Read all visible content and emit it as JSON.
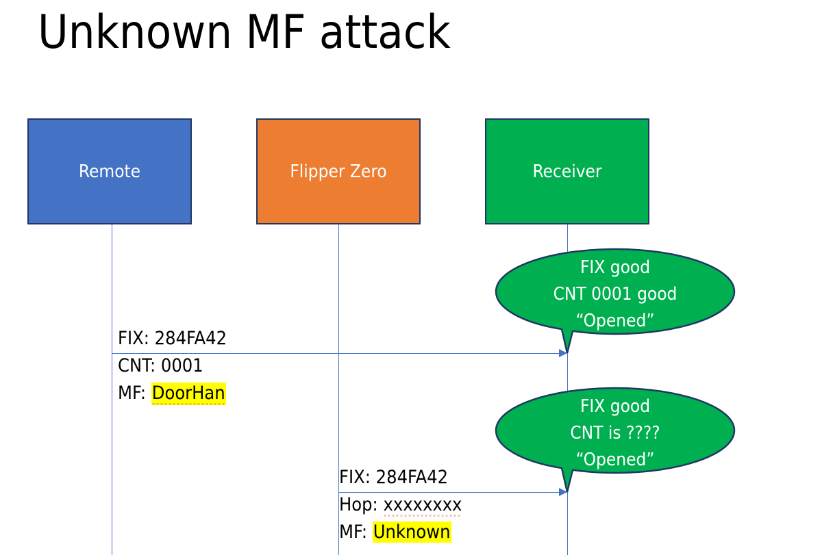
{
  "slide": {
    "title": "Unknown MF attack",
    "background_color": "#FFFFFF"
  },
  "colors": {
    "remote_blue": "#4472C4",
    "flipper_orange": "#ED7D31",
    "receiver_green": "#00B050",
    "box_border_navy": "#1F3864",
    "lifeline_blue": "#4472C4",
    "highlight_yellow": "#FFFF00",
    "spellcheck_red": "#E8422E",
    "text_black": "#000000",
    "label_white": "#FFFFFF"
  },
  "actors": [
    {
      "id": "remote",
      "label": "Remote",
      "fill": "#4472C4"
    },
    {
      "id": "flipper",
      "label": "Flipper Zero",
      "fill": "#ED7D31"
    },
    {
      "id": "receiver",
      "label": "Receiver",
      "fill": "#00B050"
    }
  ],
  "messages": [
    {
      "id": "msg1",
      "from": "remote",
      "to": "receiver",
      "lines": [
        {
          "prefix": "FIX: ",
          "value": "284FA42",
          "highlight": false,
          "squiggly": false
        },
        {
          "prefix": "CNT: ",
          "value": "0001",
          "highlight": false,
          "squiggly": false
        },
        {
          "prefix": "MF: ",
          "value": "DoorHan",
          "highlight": true,
          "squiggly": true
        }
      ]
    },
    {
      "id": "msg2",
      "from": "flipper",
      "to": "receiver",
      "lines": [
        {
          "prefix": "FIX: ",
          "value": "284FA42",
          "highlight": false,
          "squiggly": false
        },
        {
          "prefix": "Hop: ",
          "value": "xxxxxxxx",
          "highlight": false,
          "squiggly": true
        },
        {
          "prefix": "MF: ",
          "value": "Unknown",
          "highlight": true,
          "squiggly": false
        }
      ]
    }
  ],
  "bubbles": [
    {
      "id": "bubble1",
      "fill": "#00B050",
      "lines": [
        "FIX good",
        "CNT 0001 good",
        "“Opened”"
      ]
    },
    {
      "id": "bubble2",
      "fill": "#00B050",
      "lines": [
        "FIX good",
        "CNT is ????",
        "“Opened”"
      ]
    }
  ]
}
